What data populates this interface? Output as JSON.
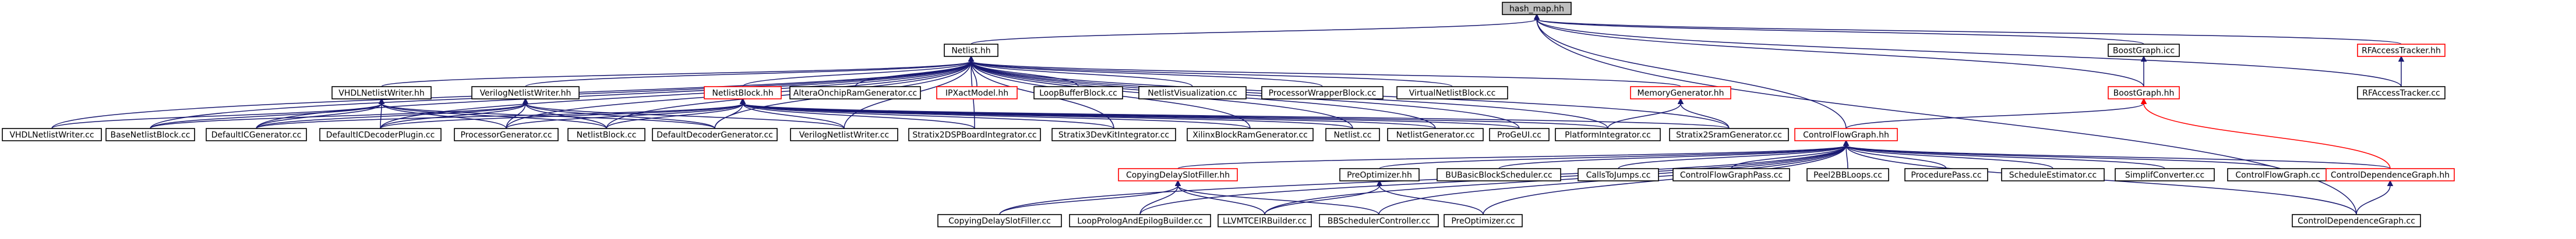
{
  "colors": {
    "edge": "#191970",
    "red_edge": "#ff0000",
    "node_border": "#000000",
    "missing_node_border": "#ff0000",
    "root_fill": "#bfbfbf"
  },
  "nodes": [
    {
      "id": "hash_map",
      "label": "hash_map.hh",
      "root": true
    },
    {
      "id": "netlist_hh",
      "label": "Netlist.hh"
    },
    {
      "id": "rfaccesstracker_hh",
      "label": "RFAccessTracker.hh",
      "missing": true
    },
    {
      "id": "boostgraph_icc",
      "label": "BoostGraph.icc"
    },
    {
      "id": "boostgraph_hh",
      "label": "BoostGraph.hh",
      "missing": true
    },
    {
      "id": "rfaccesstracker_cc",
      "label": "RFAccessTracker.cc"
    },
    {
      "id": "controlflowgraph_hh",
      "label": "ControlFlowGraph.hh",
      "missing": true
    },
    {
      "id": "vhdlnetlistwriter_hh",
      "label": "VHDLNetlistWriter.hh"
    },
    {
      "id": "verilognetlistwriter_hh",
      "label": "VerilogNetlistWriter.hh"
    },
    {
      "id": "netlistblock_hh",
      "label": "NetlistBlock.hh",
      "missing": true
    },
    {
      "id": "alteraonchipramgenerator_cc",
      "label": "AlteraOnchipRamGenerator.cc"
    },
    {
      "id": "ipxactmodel_hh",
      "label": "IPXactModel.hh",
      "missing": true
    },
    {
      "id": "loopbufferblock_cc",
      "label": "LoopBufferBlock.cc"
    },
    {
      "id": "netlistvisualization_cc",
      "label": "NetlistVisualization.cc"
    },
    {
      "id": "processorwrapperblock_cc",
      "label": "ProcessorWrapperBlock.cc"
    },
    {
      "id": "virtualnetlistblock_cc",
      "label": "VirtualNetlistBlock.cc"
    },
    {
      "id": "memorygenerator_hh",
      "label": "MemoryGenerator.hh",
      "missing": true
    },
    {
      "id": "vhdlnetlistwriter_cc",
      "label": "VHDLNetlistWriter.cc"
    },
    {
      "id": "basenetlistblock_cc",
      "label": "BaseNetlistBlock.cc"
    },
    {
      "id": "defaulticgenerator_cc",
      "label": "DefaultICGenerator.cc"
    },
    {
      "id": "defaulticdecoderplugin_cc",
      "label": "DefaultICDecoderPlugin.cc"
    },
    {
      "id": "processorgenerator_cc",
      "label": "ProcessorGenerator.cc"
    },
    {
      "id": "netlistblock_cc",
      "label": "NetlistBlock.cc"
    },
    {
      "id": "defaultdecodergenerator_cc",
      "label": "DefaultDecoderGenerator.cc"
    },
    {
      "id": "verilognetlistwriter_cc",
      "label": "VerilogNetlistWriter.cc"
    },
    {
      "id": "stratix2dspboardintegrator_cc",
      "label": "Stratix2DSPBoardIntegrator.cc"
    },
    {
      "id": "stratix3devkitintegrator_cc",
      "label": "Stratix3DevKitIntegrator.cc"
    },
    {
      "id": "xilinxblockramgenerator_cc",
      "label": "XilinxBlockRamGenerator.cc"
    },
    {
      "id": "netlist_cc",
      "label": "Netlist.cc"
    },
    {
      "id": "netlistgenerator_cc",
      "label": "NetlistGenerator.cc"
    },
    {
      "id": "progeui_cc",
      "label": "ProGeUI.cc"
    },
    {
      "id": "platformintegrator_cc",
      "label": "PlatformIntegrator.cc"
    },
    {
      "id": "stratix2sramgenerator_cc",
      "label": "Stratix2SramGenerator.cc"
    },
    {
      "id": "copyingdelayslotfiller_hh",
      "label": "CopyingDelaySlotFiller.hh",
      "missing": true
    },
    {
      "id": "preoptimizer_hh",
      "label": "PreOptimizer.hh"
    },
    {
      "id": "bubasicblockscheduler_cc",
      "label": "BUBasicBlockScheduler.cc"
    },
    {
      "id": "callstojumps_cc",
      "label": "CallsToJumps.cc"
    },
    {
      "id": "controlflowgraphpass_cc",
      "label": "ControlFlowGraphPass.cc"
    },
    {
      "id": "peel2bbloops_cc",
      "label": "Peel2BBLoops.cc"
    },
    {
      "id": "procedurepass_cc",
      "label": "ProcedurePass.cc"
    },
    {
      "id": "scheduleestimator_cc",
      "label": "ScheduleEstimator.cc"
    },
    {
      "id": "simplifconverter_cc",
      "label": "SimplifConverter.cc"
    },
    {
      "id": "controlflowgraph_cc",
      "label": "ControlFlowGraph.cc"
    },
    {
      "id": "controldependencegraph_hh",
      "label": "ControlDependenceGraph.hh",
      "missing": true
    },
    {
      "id": "copyingdelayslotfiller_cc",
      "label": "CopyingDelaySlotFiller.cc"
    },
    {
      "id": "loopprologandepilogbuilder_cc",
      "label": "LoopPrologAndEpilogBuilder.cc"
    },
    {
      "id": "llvmtceirbuilder_cc",
      "label": "LLVMTCEIRBuilder.cc"
    },
    {
      "id": "bbschedulercontroller_cc",
      "label": "BBSchedulerController.cc"
    },
    {
      "id": "preoptimizer_cc",
      "label": "PreOptimizer.cc"
    },
    {
      "id": "controldependencegraph_cc",
      "label": "ControlDependenceGraph.cc"
    }
  ],
  "edges": [
    [
      "hash_map",
      "netlist_hh"
    ],
    [
      "hash_map",
      "rfaccesstracker_hh"
    ],
    [
      "hash_map",
      "boostgraph_icc"
    ],
    [
      "hash_map",
      "boostgraph_hh"
    ],
    [
      "hash_map",
      "rfaccesstracker_cc"
    ],
    [
      "hash_map",
      "controlflowgraph_hh"
    ],
    [
      "hash_map",
      "controldependencegraph_cc"
    ],
    [
      "rfaccesstracker_hh",
      "rfaccesstracker_cc"
    ],
    [
      "boostgraph_icc",
      "boostgraph_hh"
    ],
    [
      "boostgraph_hh",
      "controlflowgraph_hh"
    ],
    [
      "boostgraph_hh",
      "controldependencegraph_hh",
      "red"
    ],
    [
      "netlist_hh",
      "vhdlnetlistwriter_hh"
    ],
    [
      "netlist_hh",
      "verilognetlistwriter_hh"
    ],
    [
      "netlist_hh",
      "netlistblock_hh"
    ],
    [
      "netlist_hh",
      "alteraonchipramgenerator_cc"
    ],
    [
      "netlist_hh",
      "ipxactmodel_hh"
    ],
    [
      "netlist_hh",
      "loopbufferblock_cc"
    ],
    [
      "netlist_hh",
      "netlistvisualization_cc"
    ],
    [
      "netlist_hh",
      "processorwrapperblock_cc"
    ],
    [
      "netlist_hh",
      "virtualnetlistblock_cc"
    ],
    [
      "netlist_hh",
      "memorygenerator_hh"
    ],
    [
      "netlist_hh",
      "vhdlnetlistwriter_cc"
    ],
    [
      "netlist_hh",
      "basenetlistblock_cc"
    ],
    [
      "netlist_hh",
      "defaulticgenerator_cc"
    ],
    [
      "netlist_hh",
      "defaulticdecoderplugin_cc"
    ],
    [
      "netlist_hh",
      "processorgenerator_cc"
    ],
    [
      "netlist_hh",
      "netlistblock_cc"
    ],
    [
      "netlist_hh",
      "defaultdecodergenerator_cc"
    ],
    [
      "netlist_hh",
      "verilognetlistwriter_cc"
    ],
    [
      "netlist_hh",
      "stratix2dspboardintegrator_cc"
    ],
    [
      "netlist_hh",
      "stratix3devkitintegrator_cc"
    ],
    [
      "netlist_hh",
      "xilinxblockramgenerator_cc"
    ],
    [
      "netlist_hh",
      "netlist_cc"
    ],
    [
      "netlist_hh",
      "netlistgenerator_cc"
    ],
    [
      "netlist_hh",
      "progeui_cc"
    ],
    [
      "netlist_hh",
      "platformintegrator_cc"
    ],
    [
      "netlist_hh",
      "stratix2sramgenerator_cc"
    ],
    [
      "vhdlnetlistwriter_hh",
      "vhdlnetlistwriter_cc"
    ],
    [
      "vhdlnetlistwriter_hh",
      "basenetlistblock_cc"
    ],
    [
      "vhdlnetlistwriter_hh",
      "defaulticgenerator_cc"
    ],
    [
      "vhdlnetlistwriter_hh",
      "defaulticdecoderplugin_cc"
    ],
    [
      "vhdlnetlistwriter_hh",
      "processorgenerator_cc"
    ],
    [
      "vhdlnetlistwriter_hh",
      "netlistblock_cc"
    ],
    [
      "vhdlnetlistwriter_hh",
      "defaultdecodergenerator_cc"
    ],
    [
      "verilognetlistwriter_hh",
      "basenetlistblock_cc"
    ],
    [
      "verilognetlistwriter_hh",
      "defaulticgenerator_cc"
    ],
    [
      "verilognetlistwriter_hh",
      "defaulticdecoderplugin_cc"
    ],
    [
      "verilognetlistwriter_hh",
      "processorgenerator_cc"
    ],
    [
      "verilognetlistwriter_hh",
      "netlistblock_cc"
    ],
    [
      "verilognetlistwriter_hh",
      "defaultdecodergenerator_cc"
    ],
    [
      "verilognetlistwriter_hh",
      "verilognetlistwriter_cc"
    ],
    [
      "netlistblock_hh",
      "defaulticgenerator_cc"
    ],
    [
      "netlistblock_hh",
      "defaulticdecoderplugin_cc"
    ],
    [
      "netlistblock_hh",
      "processorgenerator_cc"
    ],
    [
      "netlistblock_hh",
      "netlistblock_cc"
    ],
    [
      "netlistblock_hh",
      "defaultdecodergenerator_cc"
    ],
    [
      "netlistblock_hh",
      "verilognetlistwriter_cc"
    ],
    [
      "netlistblock_hh",
      "stratix2dspboardintegrator_cc"
    ],
    [
      "netlistblock_hh",
      "stratix3devkitintegrator_cc"
    ],
    [
      "netlistblock_hh",
      "xilinxblockramgenerator_cc"
    ],
    [
      "netlistblock_hh",
      "netlist_cc"
    ],
    [
      "netlistblock_hh",
      "netlistgenerator_cc"
    ],
    [
      "netlistblock_hh",
      "progeui_cc"
    ],
    [
      "netlistblock_hh",
      "platformintegrator_cc"
    ],
    [
      "netlistblock_hh",
      "stratix2sramgenerator_cc"
    ],
    [
      "memorygenerator_hh",
      "platformintegrator_cc"
    ],
    [
      "memorygenerator_hh",
      "stratix2sramgenerator_cc"
    ],
    [
      "controlflowgraph_hh",
      "copyingdelayslotfiller_hh"
    ],
    [
      "controlflowgraph_hh",
      "preoptimizer_hh"
    ],
    [
      "controlflowgraph_hh",
      "bubasicblockscheduler_cc"
    ],
    [
      "controlflowgraph_hh",
      "callstojumps_cc"
    ],
    [
      "controlflowgraph_hh",
      "controlflowgraphpass_cc"
    ],
    [
      "controlflowgraph_hh",
      "peel2bbloops_cc"
    ],
    [
      "controlflowgraph_hh",
      "procedurepass_cc"
    ],
    [
      "controlflowgraph_hh",
      "scheduleestimator_cc"
    ],
    [
      "controlflowgraph_hh",
      "simplifconverter_cc"
    ],
    [
      "controlflowgraph_hh",
      "controlflowgraph_cc"
    ],
    [
      "controlflowgraph_hh",
      "controldependencegraph_hh"
    ],
    [
      "controlflowgraph_hh",
      "controldependencegraph_cc"
    ],
    [
      "controlflowgraph_hh",
      "copyingdelayslotfiller_cc"
    ],
    [
      "controlflowgraph_hh",
      "loopprologandepilogbuilder_cc"
    ],
    [
      "controlflowgraph_hh",
      "llvmtceirbuilder_cc"
    ],
    [
      "controlflowgraph_hh",
      "bbschedulercontroller_cc"
    ],
    [
      "controlflowgraph_hh",
      "preoptimizer_cc"
    ],
    [
      "copyingdelayslotfiller_hh",
      "copyingdelayslotfiller_cc"
    ],
    [
      "copyingdelayslotfiller_hh",
      "loopprologandepilogbuilder_cc"
    ],
    [
      "copyingdelayslotfiller_hh",
      "llvmtceirbuilder_cc"
    ],
    [
      "copyingdelayslotfiller_hh",
      "bbschedulercontroller_cc"
    ],
    [
      "preoptimizer_hh",
      "llvmtceirbuilder_cc"
    ],
    [
      "preoptimizer_hh",
      "preoptimizer_cc"
    ],
    [
      "controldependencegraph_hh",
      "controldependencegraph_cc"
    ]
  ]
}
